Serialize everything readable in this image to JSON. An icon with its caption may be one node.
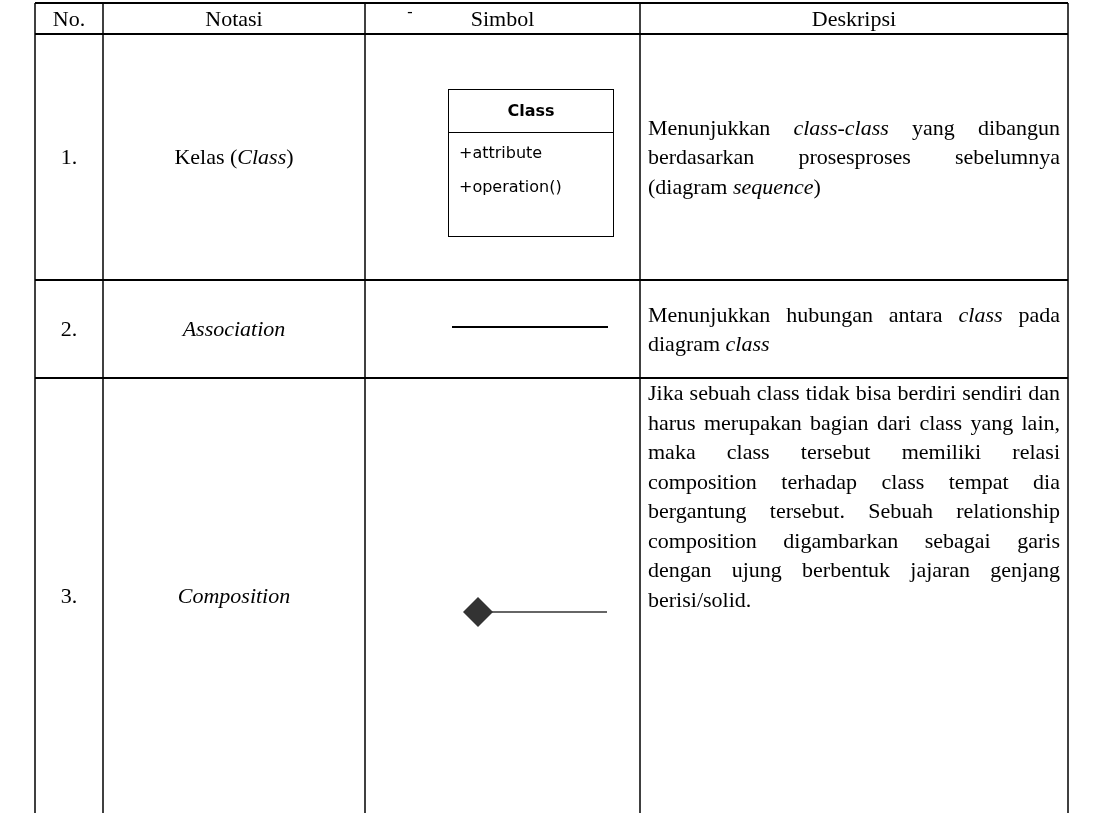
{
  "diagram": {
    "nodes": [
      {
        "text": [
          "Class",
          "+attribute",
          "+operation()"
        ]
      }
    ],
    "labels": [
      "No.",
      "Notasi",
      "Simbol",
      "Deskripsi",
      "1.",
      "Kelas (*Class*)",
      "-",
      "Menunjukkan *class-class* yang dibangun berdasarkan prosesproses sebelumnya (diagram *sequence*)",
      "2.",
      "Association",
      "Menunjukkan hubungan antara *class* pada diagram *class*",
      "3.",
      "Composition",
      "Jika sebuah class tidak bisa berdiri sendiri dan harus merupakan bagian dari class yang lain, maka class tersebut memiliki relasi composition terhadap class tempat dia bergantung tersebut. Sebuah relationship composition digambarkan sebagai garis dengan ujung berbentuk jajaran genjang berisi/solid."
    ]
  }
}
